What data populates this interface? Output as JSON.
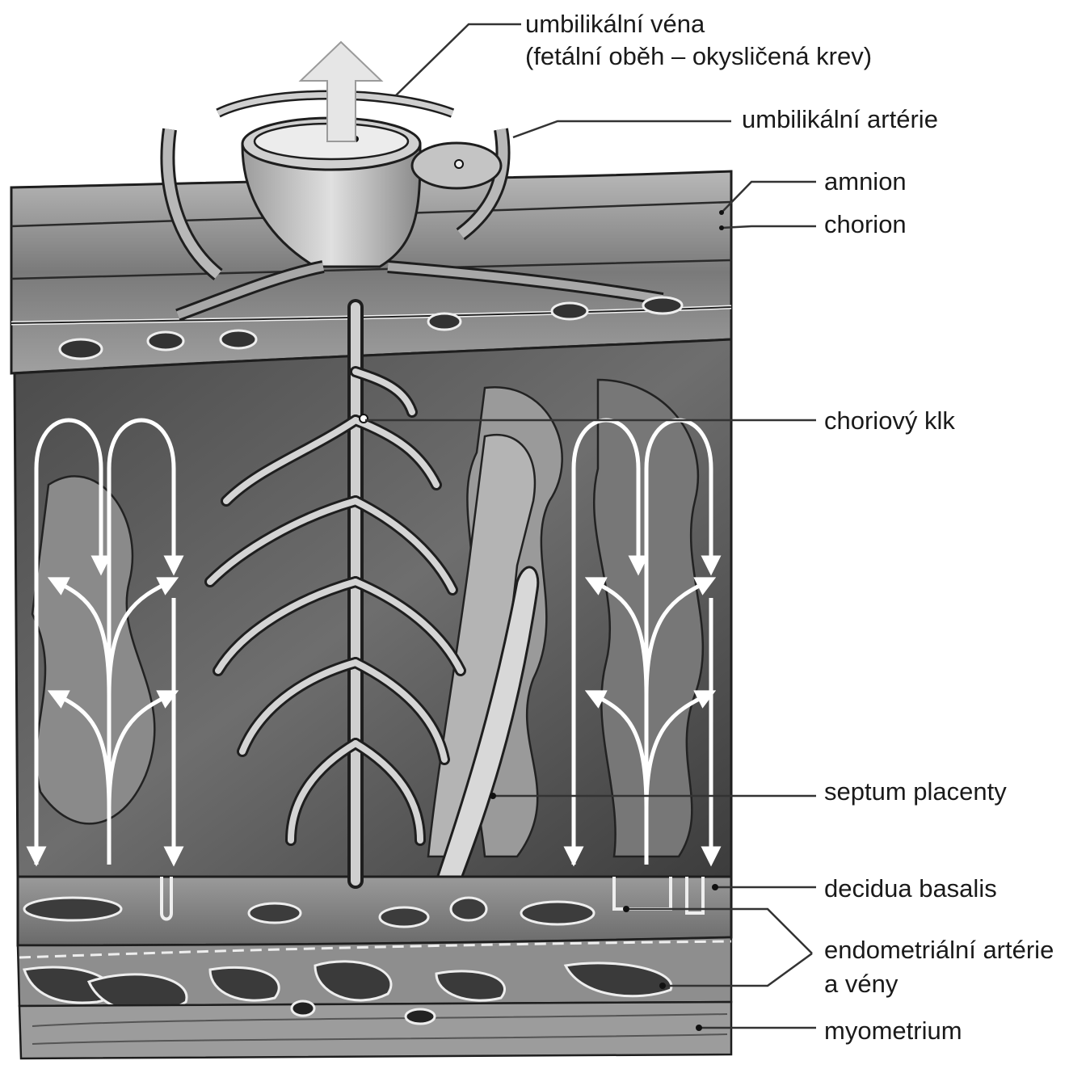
{
  "labels": {
    "umbilical_vein": "umbilikální véna",
    "umbilical_vein_note": "(fetální oběh – okysličená krev)",
    "umbilical_arteries": "umbilikální artérie",
    "amnion": "amnion",
    "chorion": "chorion",
    "chorionic_villus": "choriový klk",
    "placental_septum": "septum placenty",
    "decidua_basalis": "decidua basalis",
    "endometrial_vessels_line1": "endometriální artérie",
    "endometrial_vessels_line2": "a vény",
    "myometrium": "myometrium"
  },
  "colors": {
    "tissue_dark": "#3a3a3a",
    "tissue_mid": "#8c8c8c",
    "tissue_light": "#c8c8c8",
    "arrow": "#ffffff",
    "leader_line": "#333333"
  }
}
